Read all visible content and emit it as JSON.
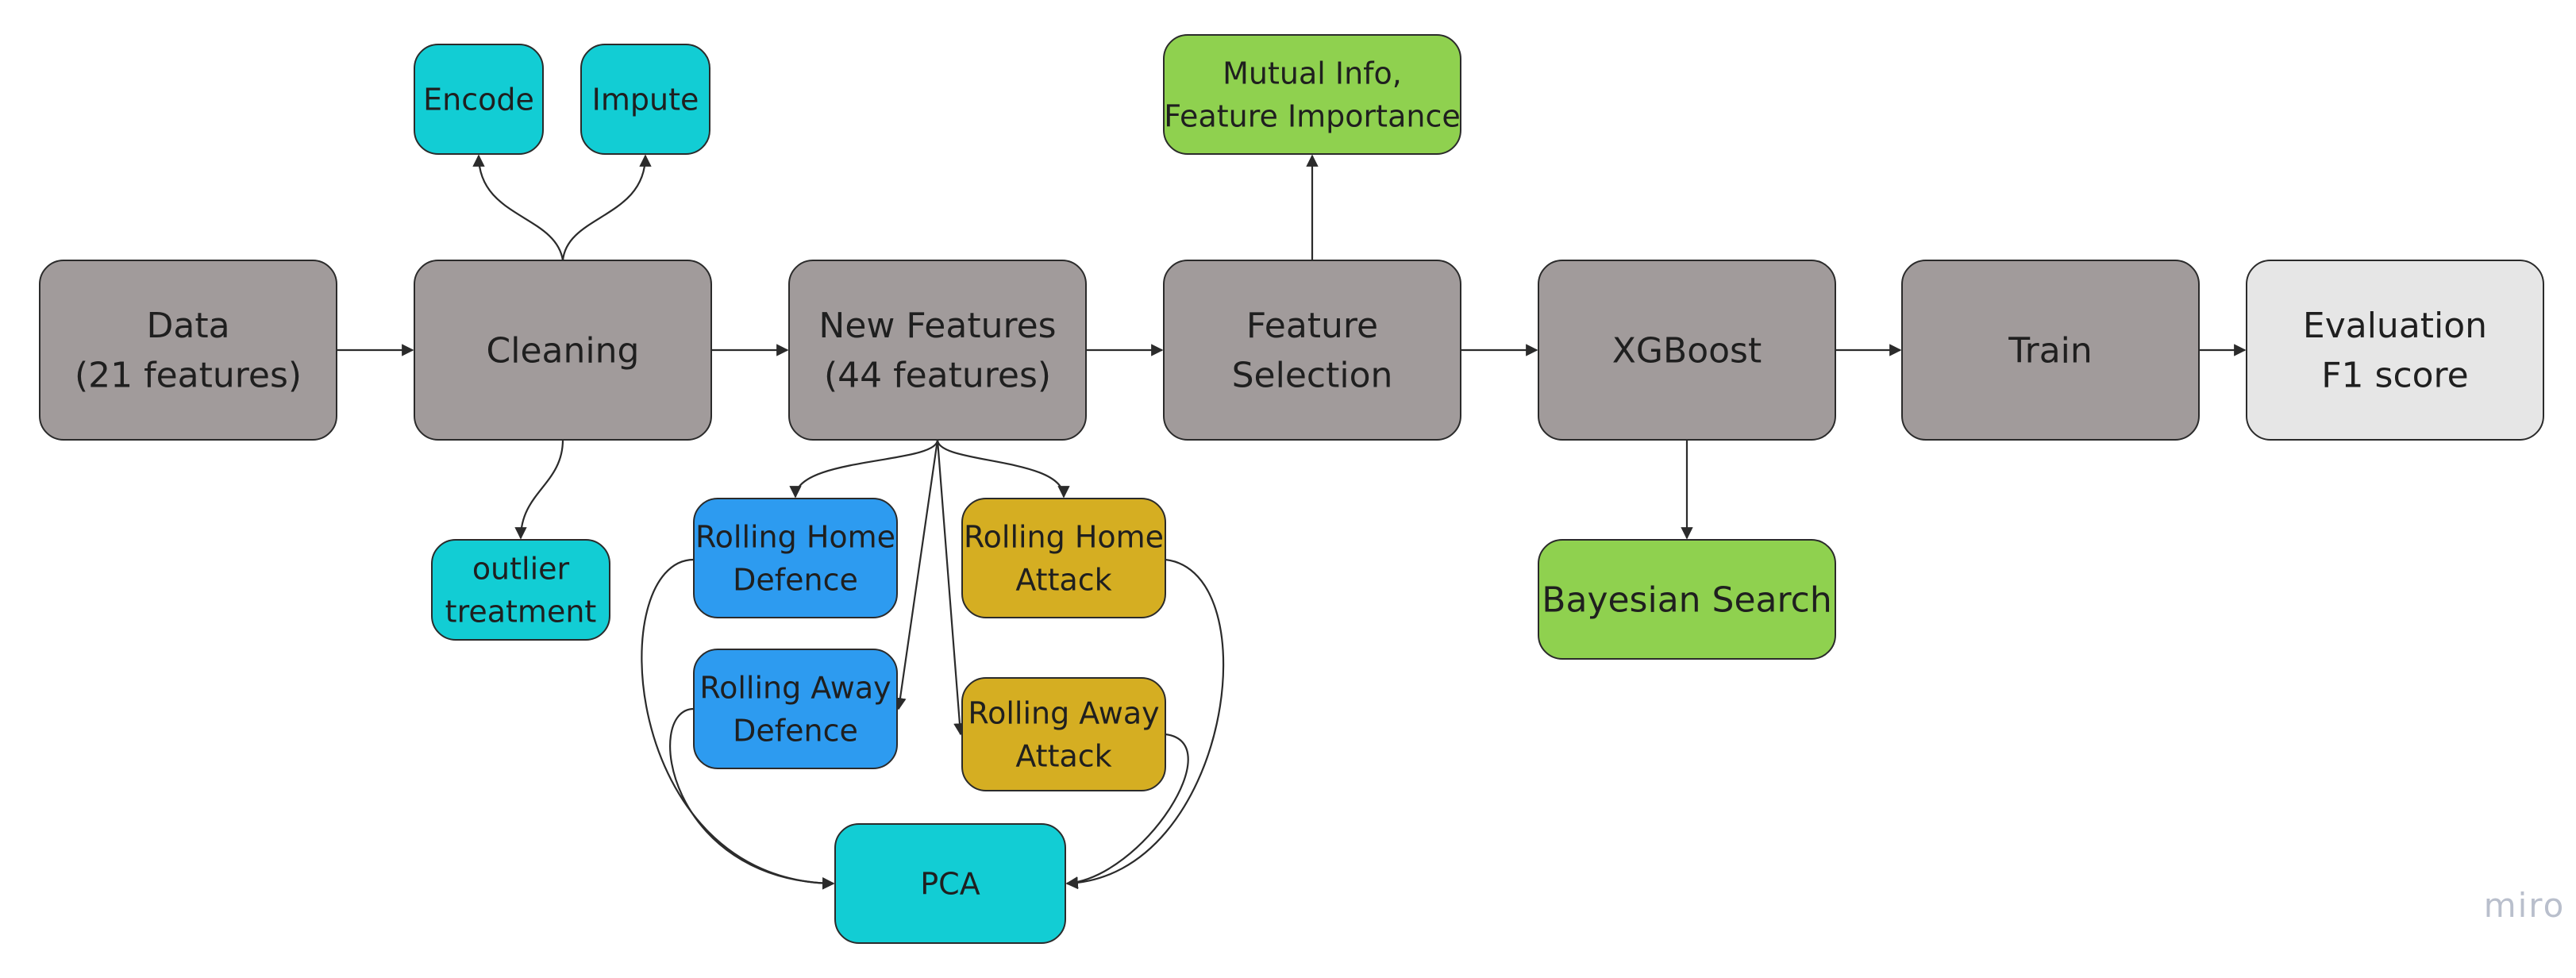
{
  "nodes": [
    {
      "id": "data",
      "lines": [
        "Data",
        "(21 features)"
      ],
      "color": "#a19b9b"
    },
    {
      "id": "cleaning",
      "lines": [
        "Cleaning"
      ],
      "color": "#a19b9b"
    },
    {
      "id": "new-features",
      "lines": [
        "New Features",
        "(44 features)"
      ],
      "color": "#a19b9b"
    },
    {
      "id": "feature-selection",
      "lines": [
        "Feature",
        "Selection"
      ],
      "color": "#a19b9b"
    },
    {
      "id": "xgboost",
      "lines": [
        "XGBoost"
      ],
      "color": "#a19b9b"
    },
    {
      "id": "train",
      "lines": [
        "Train"
      ],
      "color": "#a19b9b"
    },
    {
      "id": "evaluation",
      "lines": [
        "Evaluation",
        "F1 score"
      ],
      "color": "#e6e6e6"
    },
    {
      "id": "encode",
      "lines": [
        "Encode"
      ],
      "color": "#12cdd4"
    },
    {
      "id": "impute",
      "lines": [
        "Impute"
      ],
      "color": "#12cdd4"
    },
    {
      "id": "outlier",
      "lines": [
        "outlier",
        "treatment"
      ],
      "color": "#12cdd4"
    },
    {
      "id": "mutual-info",
      "lines": [
        "Mutual Info,",
        "Feature Importance"
      ],
      "color": "#8fd14f"
    },
    {
      "id": "bayesian",
      "lines": [
        "Bayesian Search"
      ],
      "color": "#8fd14f"
    },
    {
      "id": "rolling-home-defence",
      "lines": [
        "Rolling Home",
        "Defence"
      ],
      "color": "#2d9bf0"
    },
    {
      "id": "rolling-away-defence",
      "lines": [
        "Rolling Away",
        "Defence"
      ],
      "color": "#2d9bf0"
    },
    {
      "id": "rolling-home-attack",
      "lines": [
        "Rolling Home",
        "Attack"
      ],
      "color": "#d5ae22"
    },
    {
      "id": "rolling-away-attack",
      "lines": [
        "Rolling Away",
        "Attack"
      ],
      "color": "#d5ae22"
    },
    {
      "id": "pca",
      "lines": [
        "PCA"
      ],
      "color": "#12cdd4"
    }
  ],
  "edges": [
    {
      "from": "data",
      "to": "cleaning"
    },
    {
      "from": "cleaning",
      "to": "new-features"
    },
    {
      "from": "new-features",
      "to": "feature-selection"
    },
    {
      "from": "feature-selection",
      "to": "xgboost"
    },
    {
      "from": "xgboost",
      "to": "train"
    },
    {
      "from": "train",
      "to": "evaluation"
    },
    {
      "from": "cleaning",
      "to": "encode"
    },
    {
      "from": "cleaning",
      "to": "impute"
    },
    {
      "from": "cleaning",
      "to": "outlier"
    },
    {
      "from": "feature-selection",
      "to": "mutual-info"
    },
    {
      "from": "xgboost",
      "to": "bayesian"
    },
    {
      "from": "new-features",
      "to": "rolling-home-defence"
    },
    {
      "from": "new-features",
      "to": "rolling-home-attack"
    },
    {
      "from": "new-features",
      "to": "rolling-away-defence"
    },
    {
      "from": "new-features",
      "to": "rolling-away-attack"
    },
    {
      "from": "rolling-home-defence",
      "to": "pca"
    },
    {
      "from": "rolling-away-defence",
      "to": "pca"
    },
    {
      "from": "rolling-home-attack",
      "to": "pca"
    },
    {
      "from": "rolling-away-attack",
      "to": "pca"
    }
  ],
  "watermark": "miro"
}
